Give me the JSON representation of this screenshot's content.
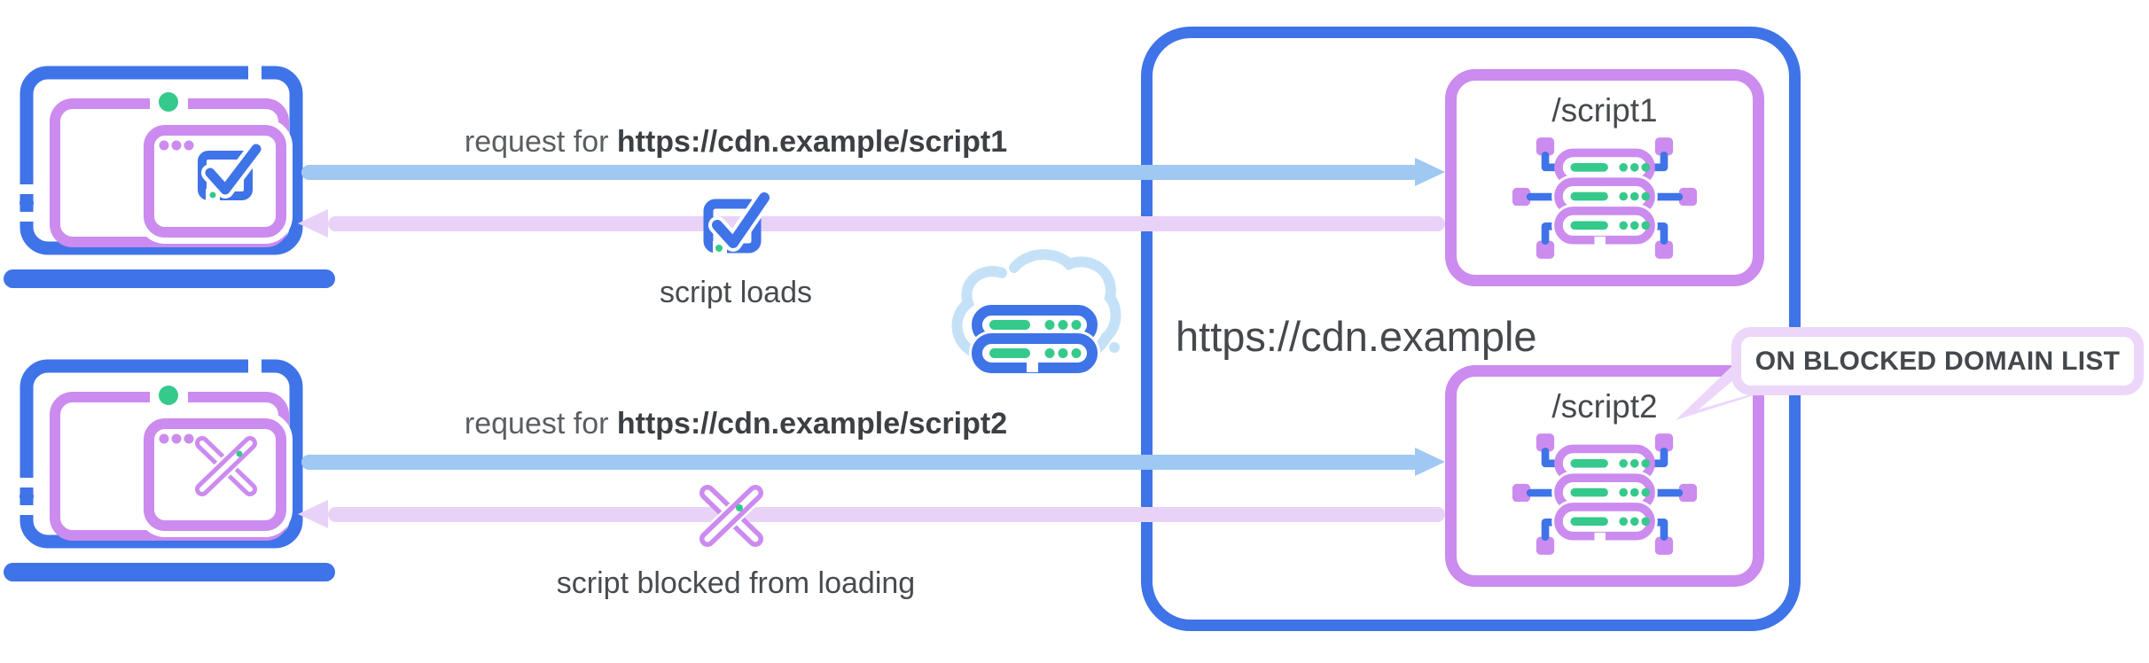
{
  "flows": {
    "allowed": {
      "request_prefix": "request for ",
      "request_url": "https://cdn.example/script1",
      "result": "script loads"
    },
    "blocked": {
      "request_prefix": "request for ",
      "request_url": "https://cdn.example/script2",
      "result": "script blocked from loading"
    }
  },
  "cdn": {
    "domain": "https://cdn.example",
    "endpoints": [
      {
        "path": "/script1"
      },
      {
        "path": "/script2",
        "badge": "ON BLOCKED DOMAIN LIST"
      }
    ]
  },
  "colors": {
    "blue": "#3F73E8",
    "light_blue": "#9FC8F3",
    "purple": "#CC8BEF",
    "light_purple": "#E9D2F8",
    "callout_border": "#ECD6F9",
    "green": "#36C98C",
    "cloud_blue": "#C5E1F8",
    "text_dark": "#3C4044",
    "text_gray": "#5A5E62"
  },
  "icons": {
    "laptop_allowed": "laptop-with-check-browser",
    "laptop_blocked": "laptop-with-x-browser",
    "check": "check-square-icon",
    "blocked": "blocked-x-icon",
    "cloud": "cloud-server-icon",
    "server": "server-rack-icon"
  }
}
